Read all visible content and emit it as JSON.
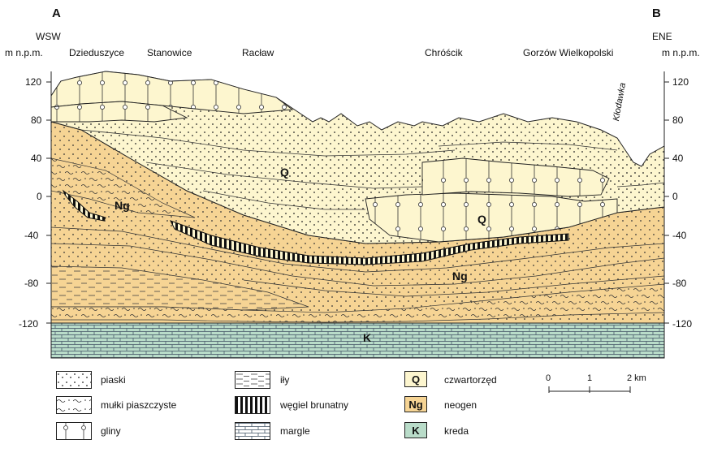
{
  "profile": {
    "left_end": "A",
    "right_end": "B",
    "left_direction": "WSW",
    "right_direction": "ENE",
    "left_unit": "m n.p.m.",
    "right_unit": "m n.p.m.",
    "localities": [
      "Dzieduszyce",
      "Stanowice",
      "Racław",
      "Chróścik",
      "Gorzów Wielkopolski"
    ],
    "river": "Kłodawka",
    "elevation_ticks": [
      "120",
      "80",
      "40",
      "0",
      "-40",
      "-80",
      "-120"
    ],
    "unit_labels": {
      "q": "Q",
      "ng_upper": "Ng",
      "ng_lower": "Ng",
      "k": "K"
    }
  },
  "legend": {
    "lithology": [
      {
        "key": "sand",
        "label": "piaski"
      },
      {
        "key": "silt",
        "label": "mułki piaszczyste"
      },
      {
        "key": "till",
        "label": "gliny"
      },
      {
        "key": "clay",
        "label": "iły"
      },
      {
        "key": "lignite",
        "label": "węgiel brunatny"
      },
      {
        "key": "marl",
        "label": "margle"
      }
    ],
    "stratigraphy": [
      {
        "code": "Q",
        "label": "czwartorzęd",
        "color": "#fdf6cf"
      },
      {
        "code": "Ng",
        "label": "neogen",
        "color": "#f6d494"
      },
      {
        "code": "K",
        "label": "kreda",
        "color": "#b9dcc9"
      }
    ]
  },
  "scale_bar": {
    "ticks": [
      "0",
      "1",
      "2 km"
    ]
  }
}
